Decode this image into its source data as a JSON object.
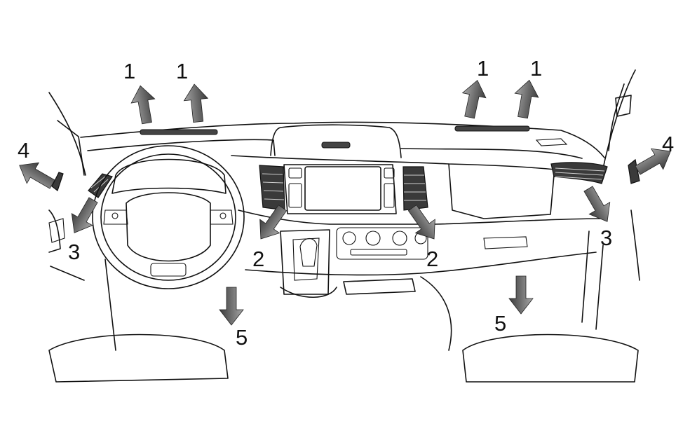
{
  "callouts": {
    "windshield_left_1": "1",
    "windshield_left_2": "1",
    "windshield_right_1": "1",
    "windshield_right_2": "1",
    "center_left": "2",
    "center_right": "2",
    "side_left": "3",
    "side_right": "3",
    "door_left": "4",
    "door_right": "4",
    "footwell_left": "5",
    "footwell_right": "5"
  },
  "colors": {
    "arrow_dark": "#4a4a4a",
    "arrow_light": "#a8a8a8",
    "line": "#111111"
  }
}
